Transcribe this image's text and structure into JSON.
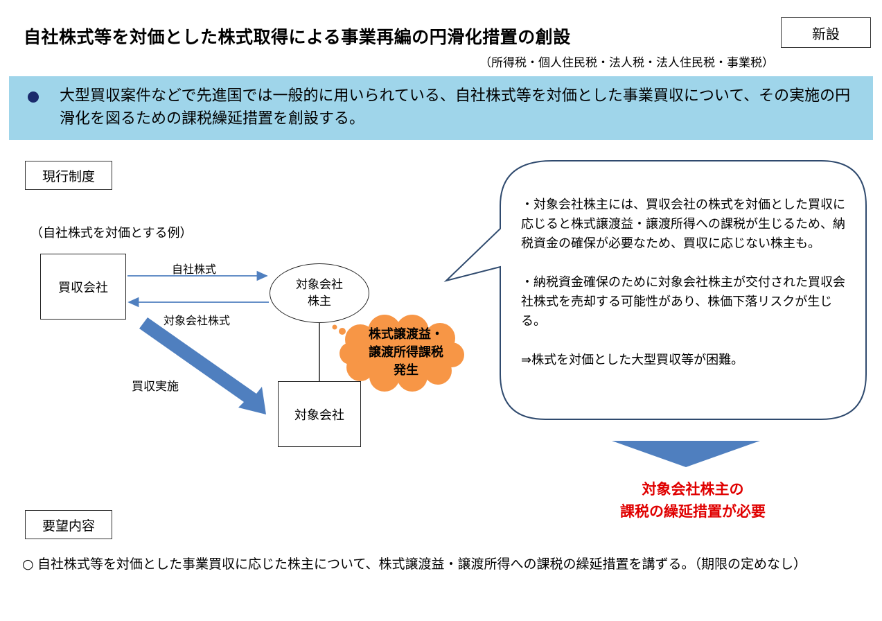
{
  "header": {
    "title": "自社株式等を対価とした株式取得による事業再編の円滑化措置の創設",
    "badge": "新設",
    "subtitle": "（所得税・個人住民税・法人税・法人住民税・事業税）"
  },
  "summary": {
    "text": "大型買収案件などで先進国では一般的に用いられている、自社株式等を対価とした事業買収について、その実施の円滑化を図るための課税繰延措置を創設する。"
  },
  "current_system": {
    "label": "現行制度",
    "example_note": "（自社株式を対価とする例）",
    "acquirer": "買収会社",
    "shareholder_line1": "対象会社",
    "shareholder_line2": "株主",
    "target": "対象会社",
    "arrow_own_stock": "自社株式",
    "arrow_target_stock": "対象会社株式",
    "arrow_acquisition": "買収実施",
    "tax_cloud_line1": "株式譲渡益・",
    "tax_cloud_line2": "譲渡所得課税",
    "tax_cloud_line3": "発生"
  },
  "bubble": {
    "para1": "・対象会社株主には、買収会社の株式を対価とした買収に応じると株式譲渡益・譲渡所得への課税が生じるため、納税資金の確保が必要なため、買収に応じない株主も。",
    "para2": "・納税資金確保のために対象会社株主が交付された買収会社株式を売却する可能性があり、株価下落リスクが生じる。",
    "para3": "⇒株式を対価とした大型買収等が困難。"
  },
  "conclusion": {
    "line1": "対象会社株主の",
    "line2": "課税の繰延措置が必要"
  },
  "request": {
    "label": "要望内容",
    "mark": "○",
    "text": "自社株式等を対価とした事業買収に応じた株主について、株式譲渡益・譲渡所得への課税の繰延措置を講ずる。（期限の定めなし）"
  },
  "colors": {
    "band": "#9fd5ea",
    "arrow": "#4f7fbf",
    "cloud": "#f79646",
    "bubble_border": "#2f4a6e",
    "alert": "#e00000",
    "bullet": "#1a2a6c"
  }
}
